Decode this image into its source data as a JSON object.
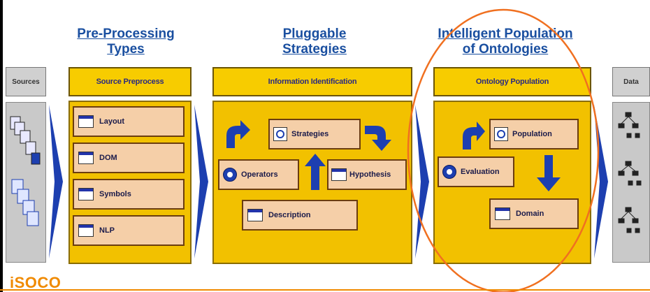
{
  "headings": {
    "preprocessing": [
      "Pre-Processing",
      "Types"
    ],
    "strategies": [
      "Pluggable",
      "Strategies"
    ],
    "population": [
      "Intelligent Population",
      "of Ontologies"
    ]
  },
  "sources": {
    "header": "Sources"
  },
  "data": {
    "header": "Data"
  },
  "source_preprocess": {
    "header": "Source Preprocess",
    "items": [
      "Layout",
      "DOM",
      "Symbols",
      "NLP"
    ]
  },
  "information_identification": {
    "header": "Information Identification",
    "strategies": "Strategies",
    "operators": "Operators",
    "hypothesis": "Hypothesis",
    "description": "Description"
  },
  "ontology_population": {
    "header": "Ontology Population",
    "population": "Population",
    "evaluation": "Evaluation",
    "domain": "Domain"
  },
  "logo": "iSOCO",
  "colors": {
    "heading": "#1a4fa0",
    "panel": "#f2c100",
    "item": "#f5cfa8",
    "accent": "#f08a00",
    "arrow": "#1d3fb0"
  }
}
